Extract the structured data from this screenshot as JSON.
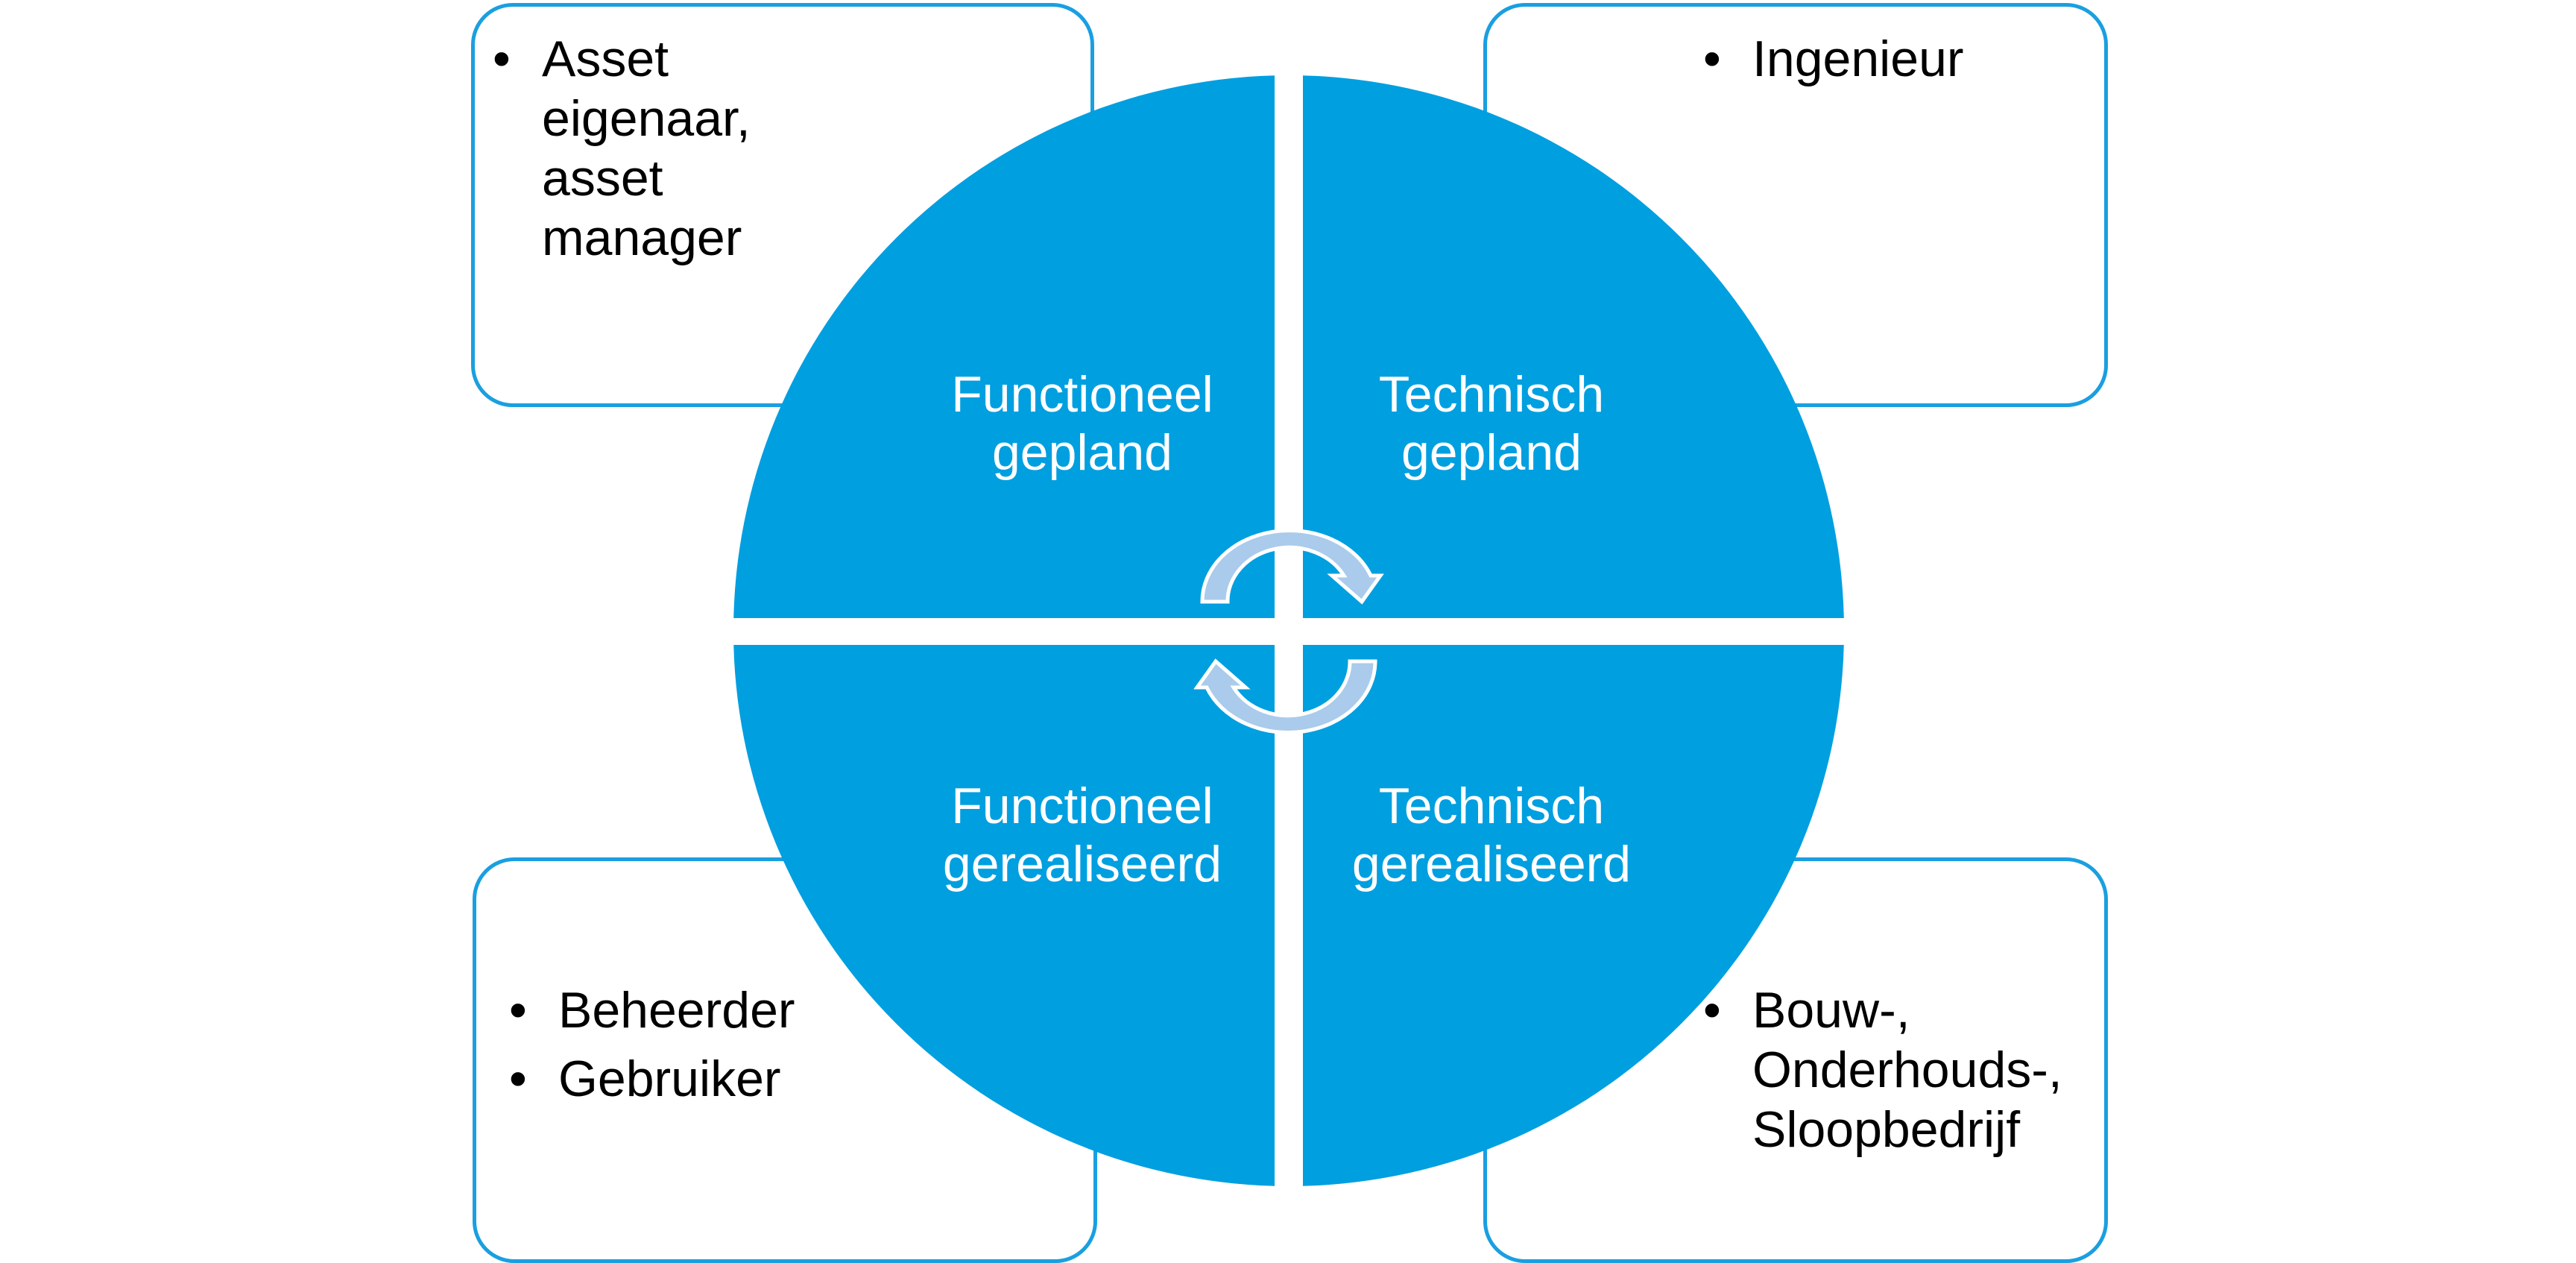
{
  "colors": {
    "quadrant_fill": "#009fe0",
    "box_border": "#1a9fe0",
    "arrow_fill": "#aacbeb"
  },
  "quadrants": {
    "top_left": {
      "line1": "Functioneel",
      "line2": "gepland"
    },
    "top_right": {
      "line1": "Technisch",
      "line2": "gepland"
    },
    "bottom_left": {
      "line1": "Functioneel",
      "line2": "gerealiseerd"
    },
    "bottom_right": {
      "line1": "Technisch",
      "line2": "gerealiseerd"
    }
  },
  "boxes": {
    "top_left": {
      "items": [
        "Asset eigenaar, asset manager"
      ]
    },
    "top_right": {
      "items": [
        "Ingenieur"
      ]
    },
    "bottom_left": {
      "items": [
        "Beheerder",
        "Gebruiker"
      ]
    },
    "bottom_right": {
      "items": [
        "Bouw-, Onderhouds-, Sloopbedrijf"
      ]
    }
  },
  "bullet": "•"
}
